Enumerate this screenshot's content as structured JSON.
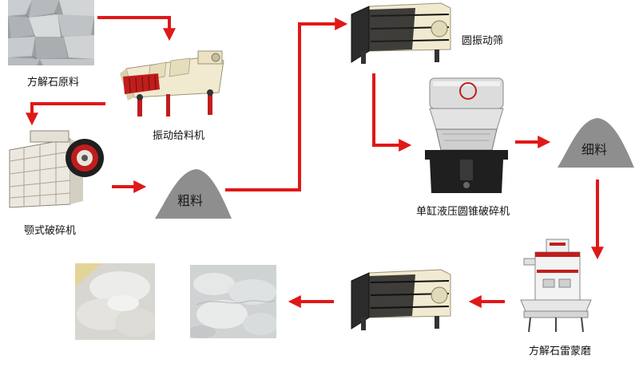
{
  "nodes": {
    "raw_material": {
      "label": "方解石原料"
    },
    "vibrating_feeder": {
      "label": "振动给料机"
    },
    "jaw_crusher": {
      "label": "颚式破碎机"
    },
    "coarse": {
      "label": "粗料"
    },
    "vibrating_screen": {
      "label": "圆振动筛"
    },
    "cone_crusher": {
      "label": "单缸液压圆锥破碎机"
    },
    "fine": {
      "label": "细料"
    },
    "raymond_mill": {
      "label": "方解石雷蒙磨"
    }
  },
  "colors": {
    "arrow": "#e01818",
    "mound": "#8e8e8e",
    "machine_cream": "#f1ead0",
    "machine_red": "#c01d1d",
    "machine_dark": "#1f1f1f",
    "powder": "#dcdcd8"
  }
}
